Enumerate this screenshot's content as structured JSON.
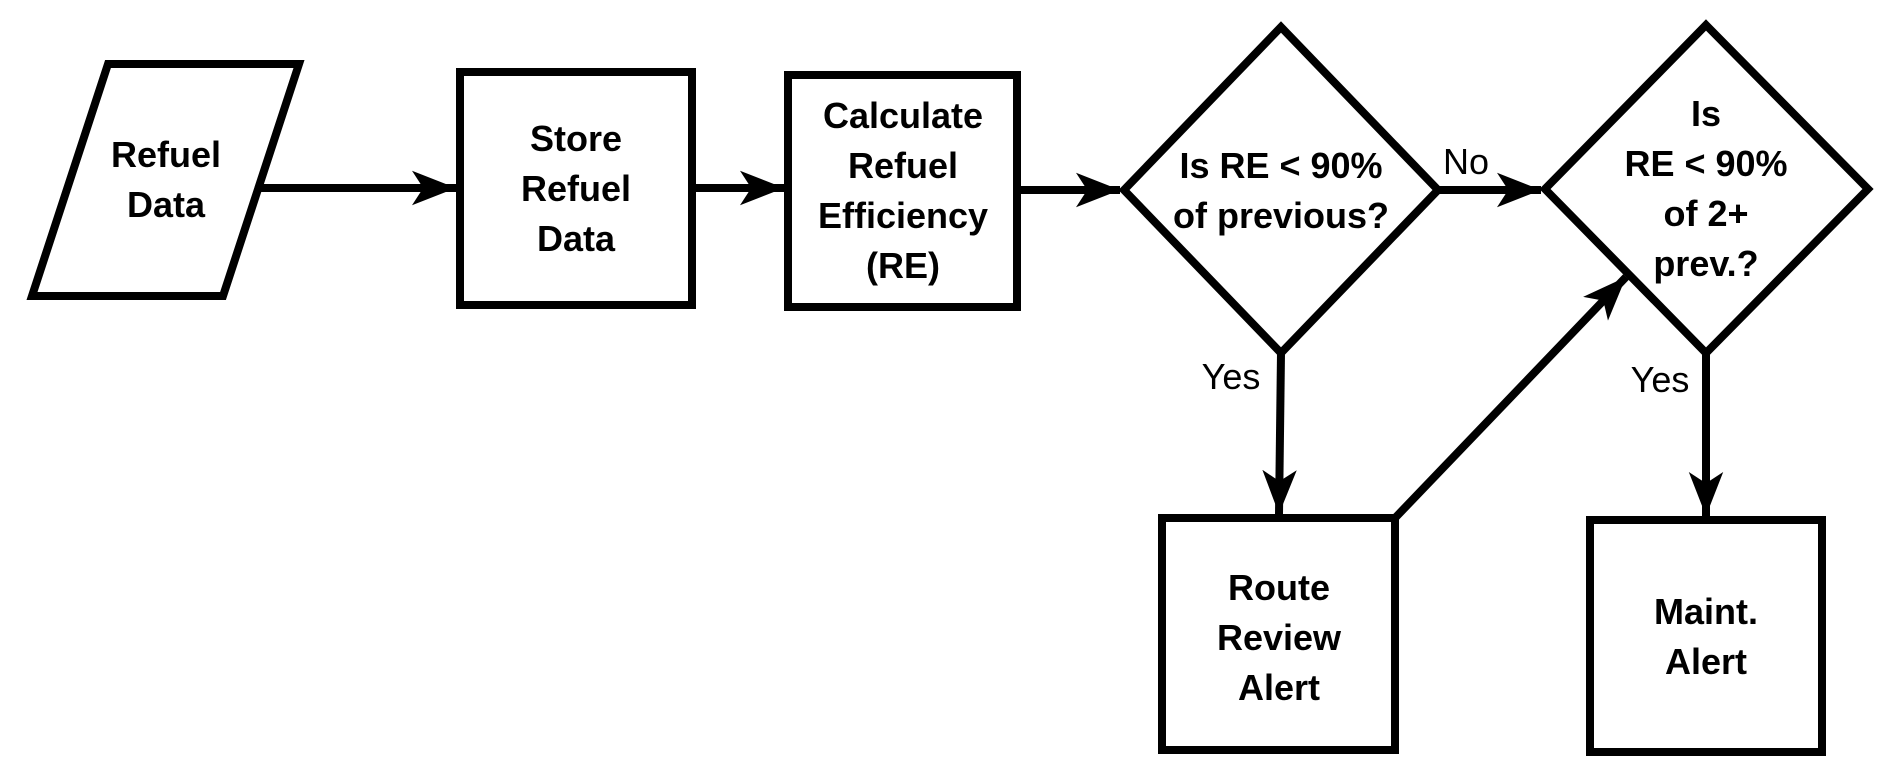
{
  "canvas": {
    "background": "#ffffff",
    "line_color": "#000000"
  },
  "flowchart": {
    "nodes": {
      "refuel_data": {
        "shape": "parallelogram",
        "role": "input",
        "label": "Refuel\nData"
      },
      "store_refuel_data": {
        "shape": "rectangle",
        "role": "process",
        "label": "Store\nRefuel\nData"
      },
      "calculate_re": {
        "shape": "rectangle",
        "role": "process",
        "label": "Calculate\nRefuel\nEfficiency\n(RE)"
      },
      "decision_previous": {
        "shape": "diamond",
        "role": "decision",
        "label": "Is RE < 90%\nof previous?"
      },
      "decision_two_prev": {
        "shape": "diamond",
        "role": "decision",
        "label": "Is\nRE < 90%\nof 2+\nprev.?"
      },
      "route_review_alert": {
        "shape": "rectangle",
        "role": "process",
        "label": "Route\nReview\nAlert"
      },
      "maint_alert": {
        "shape": "rectangle",
        "role": "process",
        "label": "Maint.\nAlert"
      }
    },
    "edge_labels": {
      "no_branch": "No",
      "yes_route_review": "Yes",
      "yes_maint": "Yes"
    },
    "edges": [
      {
        "from": "refuel_data",
        "to": "store_refuel_data"
      },
      {
        "from": "store_refuel_data",
        "to": "calculate_re"
      },
      {
        "from": "calculate_re",
        "to": "decision_previous"
      },
      {
        "from": "decision_previous",
        "to": "decision_two_prev",
        "label": "No"
      },
      {
        "from": "decision_previous",
        "to": "route_review_alert",
        "label": "Yes"
      },
      {
        "from": "route_review_alert",
        "to": "decision_two_prev"
      },
      {
        "from": "decision_two_prev",
        "to": "maint_alert",
        "label": "Yes"
      }
    ]
  }
}
